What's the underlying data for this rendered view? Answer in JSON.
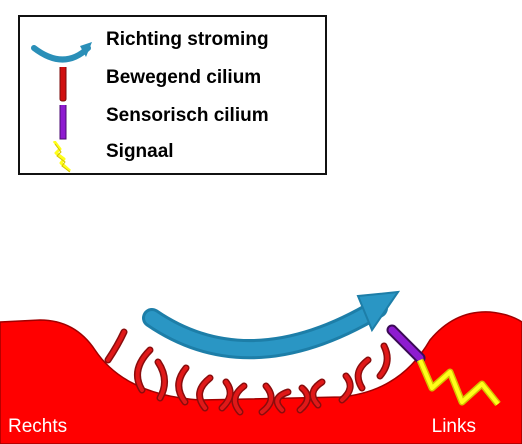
{
  "legend": {
    "items": [
      {
        "icon": "curved-arrow-icon",
        "label": "Richting stroming",
        "color": "#2a8fb8"
      },
      {
        "icon": "motile-cilium-icon",
        "label": "Bewegend cilium",
        "color": "#d01010"
      },
      {
        "icon": "sensory-cilium-icon",
        "label": "Sensorisch cilium",
        "color": "#8e1bd0"
      },
      {
        "icon": "lightning-bolt-icon",
        "label": "Signaal",
        "color": "#ffff1a"
      }
    ]
  },
  "scene": {
    "left_label": "Rechts",
    "right_label": "Links",
    "tissue_color": "#ff0000",
    "cilium_edge_color": "#a01010"
  }
}
